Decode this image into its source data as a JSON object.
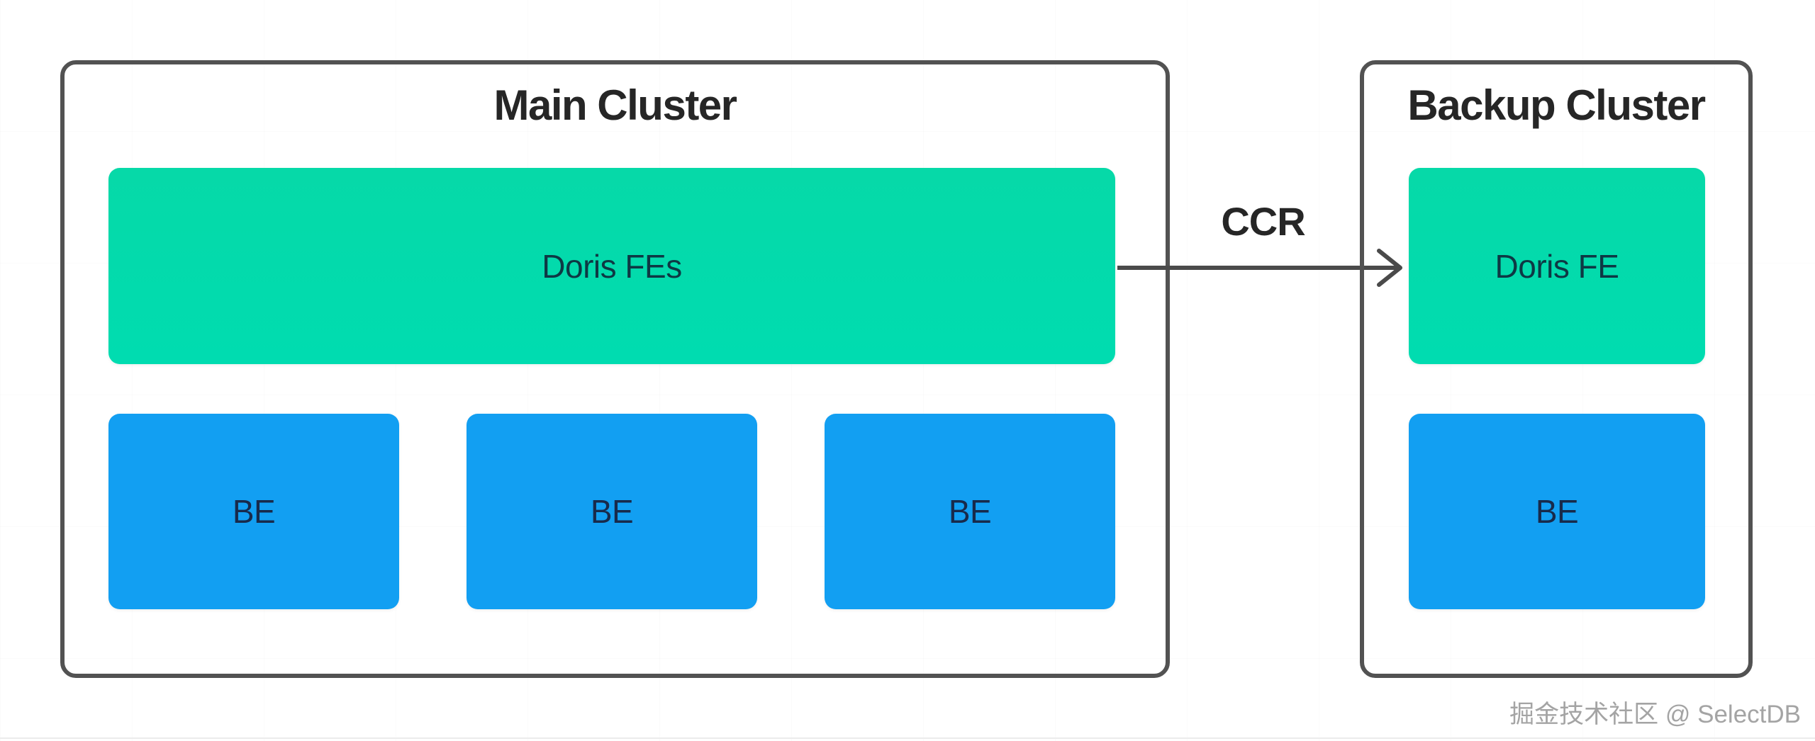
{
  "main_cluster": {
    "title": "Main Cluster",
    "fe_label": "Doris FEs",
    "be_labels": [
      "BE",
      "BE",
      "BE"
    ]
  },
  "backup_cluster": {
    "title": "Backup Cluster",
    "fe_label": "Doris FE",
    "be_labels": [
      "BE"
    ]
  },
  "arrow_label": "CCR",
  "watermark": "掘金技术社区 @ SelectDB",
  "colors": {
    "fe_fill": "#06d9a8",
    "be_fill": "#129ff2",
    "border": "#525252",
    "arrow": "#4a4a4a",
    "title_text": "#262626",
    "fe_text": "#0e3844",
    "be_text": "#182a4b",
    "watermark_text": "#a4a4a4"
  }
}
